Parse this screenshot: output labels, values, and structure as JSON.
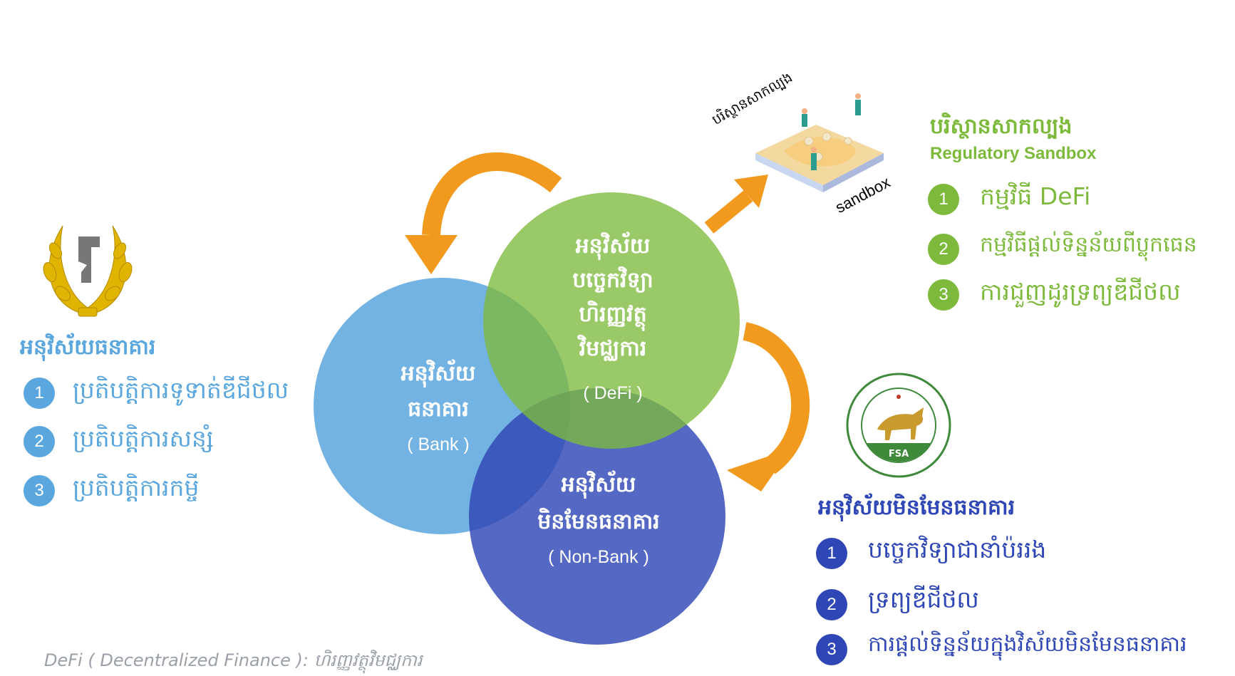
{
  "colors": {
    "bank": "#5aa6de",
    "defi": "#7dba3c",
    "nonbank": "#2f47b6",
    "arrow": "#f29a1e",
    "footnote": "#9aa0a6"
  },
  "left": {
    "logo_icon": "nbc-wheat-logo",
    "title": "អនុវិស័យធនាគារ",
    "items": [
      {
        "num": "1",
        "text": "ប្រតិបត្តិការទូទាត់ឌីជីថល"
      },
      {
        "num": "2",
        "text": "ប្រតិបត្តិការសន្សំ"
      },
      {
        "num": "3",
        "text": "ប្រតិបត្តិការកម្ចី"
      }
    ]
  },
  "circles": {
    "bank": {
      "line1": "អនុវិស័យ",
      "line2": "ធនាគារ",
      "sub": "( Bank )"
    },
    "defi": {
      "line1": "អនុវិស័យ",
      "line2": "បច្ចេកវិទ្យា",
      "line3": "ហិរញ្ញវត្ថុ",
      "line4": "វិមជ្ឈការ",
      "sub": "( DeFi )"
    },
    "nonbank": {
      "line1": "អនុវិស័យ",
      "line2": "មិនមែនធនាគារ",
      "sub": "( Non-Bank )"
    }
  },
  "sandbox_image": {
    "caption_top": "បរិស្ថានសាកល្បង",
    "caption_side": "sandbox"
  },
  "right_top": {
    "title": "បរិស្ថានសាកល្បង",
    "subtitle": "Regulatory Sandbox",
    "items": [
      {
        "num": "1",
        "text": "កម្មវិធី DeFi"
      },
      {
        "num": "2",
        "text": "កម្មវិធីផ្តល់ទិន្នន័យពីប្លុកធេន"
      },
      {
        "num": "3",
        "text": "ការជួញដូរទ្រព្យឌីជីថល"
      }
    ]
  },
  "right_bottom": {
    "logo_icon": "fsa-bull-logo",
    "logo_text": "FSA",
    "title": "អនុវិស័យមិនមែនធនាគារ",
    "items": [
      {
        "num": "1",
        "text": "បច្ចេកវិទ្យាជានាំប៉ររង"
      },
      {
        "num": "2",
        "text": "ទ្រព្យឌីជីថល"
      },
      {
        "num": "3",
        "text": "ការផ្តល់ទិន្នន័យក្នុងវិស័យមិនមែនធនាគារ"
      }
    ]
  },
  "footnote": "DeFi ( Decentralized Finance ): ហិរញ្ញវត្ថុវិមជ្ឈការ"
}
